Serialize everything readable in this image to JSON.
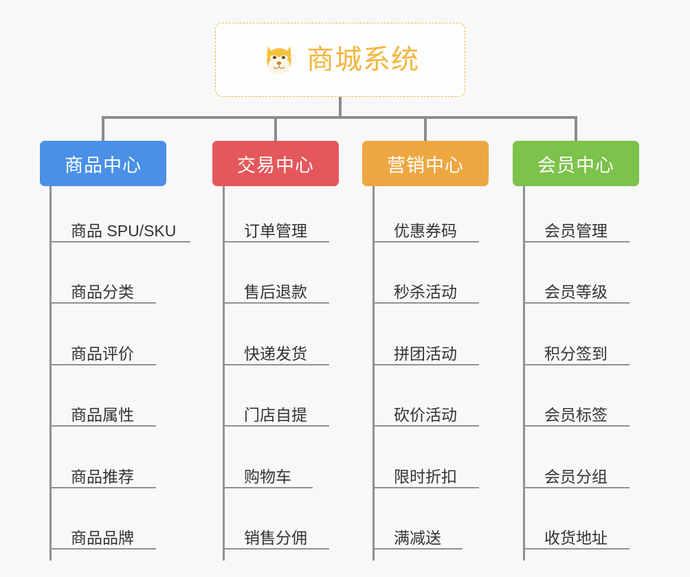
{
  "root": {
    "title": "商城系统",
    "icon": "shiba-dog-face-icon",
    "text_color": "#f3b63f",
    "border_color": "#e8b84b",
    "background": "#fefefe"
  },
  "canvas": {
    "background": "#f8f8f8",
    "connector_color": "#8c8c8c"
  },
  "columns": [
    {
      "header": "商品中心",
      "color": "#4a90e8",
      "items": [
        "商品 SPU/SKU",
        "商品分类",
        "商品评价",
        "商品属性",
        "商品推荐",
        "商品品牌"
      ]
    },
    {
      "header": "交易中心",
      "color": "#e4575b",
      "items": [
        "订单管理",
        "售后退款",
        "快递发货",
        "门店自提",
        "购物车",
        "销售分佣"
      ]
    },
    {
      "header": "营销中心",
      "color": "#eda740",
      "items": [
        "优惠券码",
        "秒杀活动",
        "拼团活动",
        "砍价活动",
        "限时折扣",
        "满减送"
      ]
    },
    {
      "header": "会员中心",
      "color": "#7dc24b",
      "items": [
        "会员管理",
        "会员等级",
        "积分签到",
        "会员标签",
        "会员分组",
        "收货地址"
      ]
    }
  ]
}
